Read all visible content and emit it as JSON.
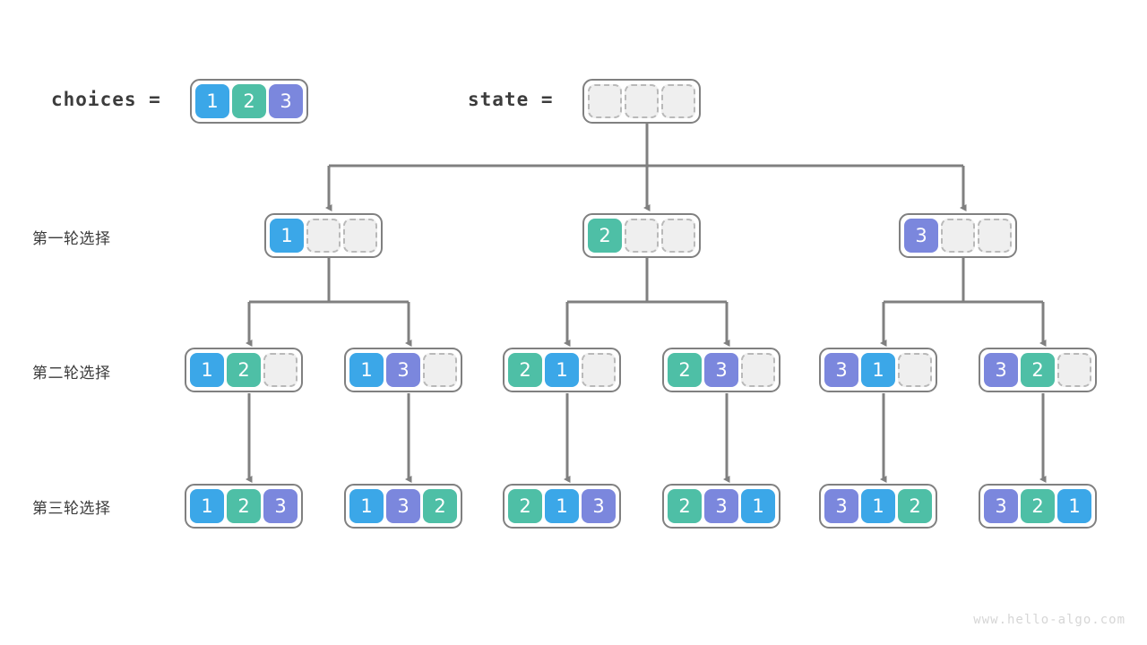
{
  "title": "Permutation backtracking tree",
  "colors": {
    "value_1": "#3ba7e8",
    "value_2": "#4ebfa6",
    "value_3": "#7b87dd",
    "empty_fill": "#efefef",
    "empty_border": "#b9b9b9",
    "array_border": "#808080",
    "edge": "#808080",
    "text": "#3c3c3c",
    "watermark": "#d6d6d6",
    "background": "#ffffff"
  },
  "header": {
    "choices_label": "choices =",
    "choices_values": [
      1,
      2,
      3
    ],
    "state_label": "state =",
    "state_values": [
      null,
      null,
      null
    ]
  },
  "row_labels": {
    "level1": "第一轮选择",
    "level2": "第二轮选择",
    "level3": "第三轮选择"
  },
  "levels": [
    {
      "label": "第一轮选择",
      "nodes": [
        {
          "values": [
            1,
            null,
            null
          ]
        },
        {
          "values": [
            2,
            null,
            null
          ]
        },
        {
          "values": [
            3,
            null,
            null
          ]
        }
      ]
    },
    {
      "label": "第二轮选择",
      "nodes": [
        {
          "values": [
            1,
            2,
            null
          ]
        },
        {
          "values": [
            1,
            3,
            null
          ]
        },
        {
          "values": [
            2,
            1,
            null
          ]
        },
        {
          "values": [
            2,
            3,
            null
          ]
        },
        {
          "values": [
            3,
            1,
            null
          ]
        },
        {
          "values": [
            3,
            2,
            null
          ]
        }
      ]
    },
    {
      "label": "第三轮选择",
      "nodes": [
        {
          "values": [
            1,
            2,
            3
          ]
        },
        {
          "values": [
            1,
            3,
            2
          ]
        },
        {
          "values": [
            2,
            1,
            3
          ]
        },
        {
          "values": [
            2,
            3,
            1
          ]
        },
        {
          "values": [
            3,
            1,
            2
          ]
        },
        {
          "values": [
            3,
            2,
            1
          ]
        }
      ]
    }
  ],
  "watermark": "www.hello-algo.com"
}
